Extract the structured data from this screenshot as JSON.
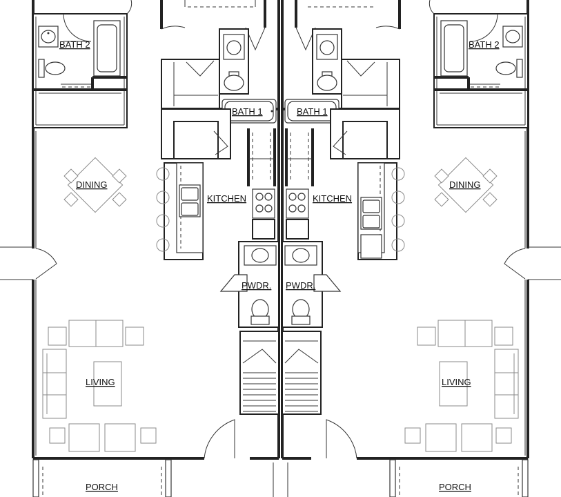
{
  "labels": {
    "bath2_left": "BATH 2",
    "bath2_right": "BATH 2",
    "bath1_left": "BATH 1",
    "bath1_right": "BATH 1",
    "dining_left": "DINING",
    "dining_right": "DINING",
    "kitchen_left": "KITCHEN",
    "kitchen_right": "KITCHEN",
    "pwdr_left": "PWDR.",
    "pwdr_right": "PWDR.",
    "living_left": "LIVING",
    "living_right": "LIVING",
    "porch_left": "PORCH",
    "porch_right": "PORCH"
  }
}
